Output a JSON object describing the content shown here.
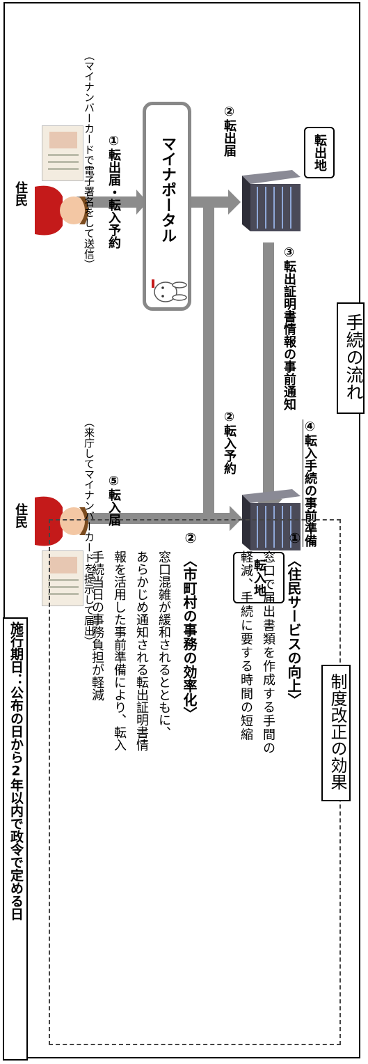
{
  "flow": {
    "heading": "手続の流れ",
    "out_office": "転出地",
    "in_office": "転入地",
    "portal_label": "マイナポータル",
    "resident_label": "住民",
    "resident_label_2": "住民",
    "step1": "①転出届・転入予約",
    "step1_note": "（マイナンバーカードで電子署名をして送信）",
    "step2_out": "②転出届",
    "step2_in": "②転入予約",
    "step3": "③転出証明書情報の事前通知",
    "step4": "④転入手続の事前準備",
    "step5": "⑤転入届",
    "step5_note": "（来庁してマイナンバーカードを提示して届出）"
  },
  "effects": {
    "heading": "制度改正の効果",
    "item1_number": "①",
    "item1_title": "〈住民サービスの向上〉",
    "item1_line1": "窓口で届出書類を作成する手間の",
    "item1_line2": "軽減、手続に要する時間の短縮",
    "item2_number": "②",
    "item2_title": "〈市町村の事務の効率化〉",
    "item2_line1": "窓口混雑が緩和されるとともに、",
    "item2_line2": "あらかじめ通知される転出証明書情",
    "item2_line3": "報を活用した事前準備により、転入",
    "item2_line4": "手続当日の事務負担が軽減"
  },
  "deadline": "施行期日：公布の日から2年以内で政令で定める日",
  "colors": {
    "arrow": "#8c8c8c",
    "portal_border": "#888888",
    "resident_shirt": "#c41a1a",
    "server": "#4a4a58"
  }
}
